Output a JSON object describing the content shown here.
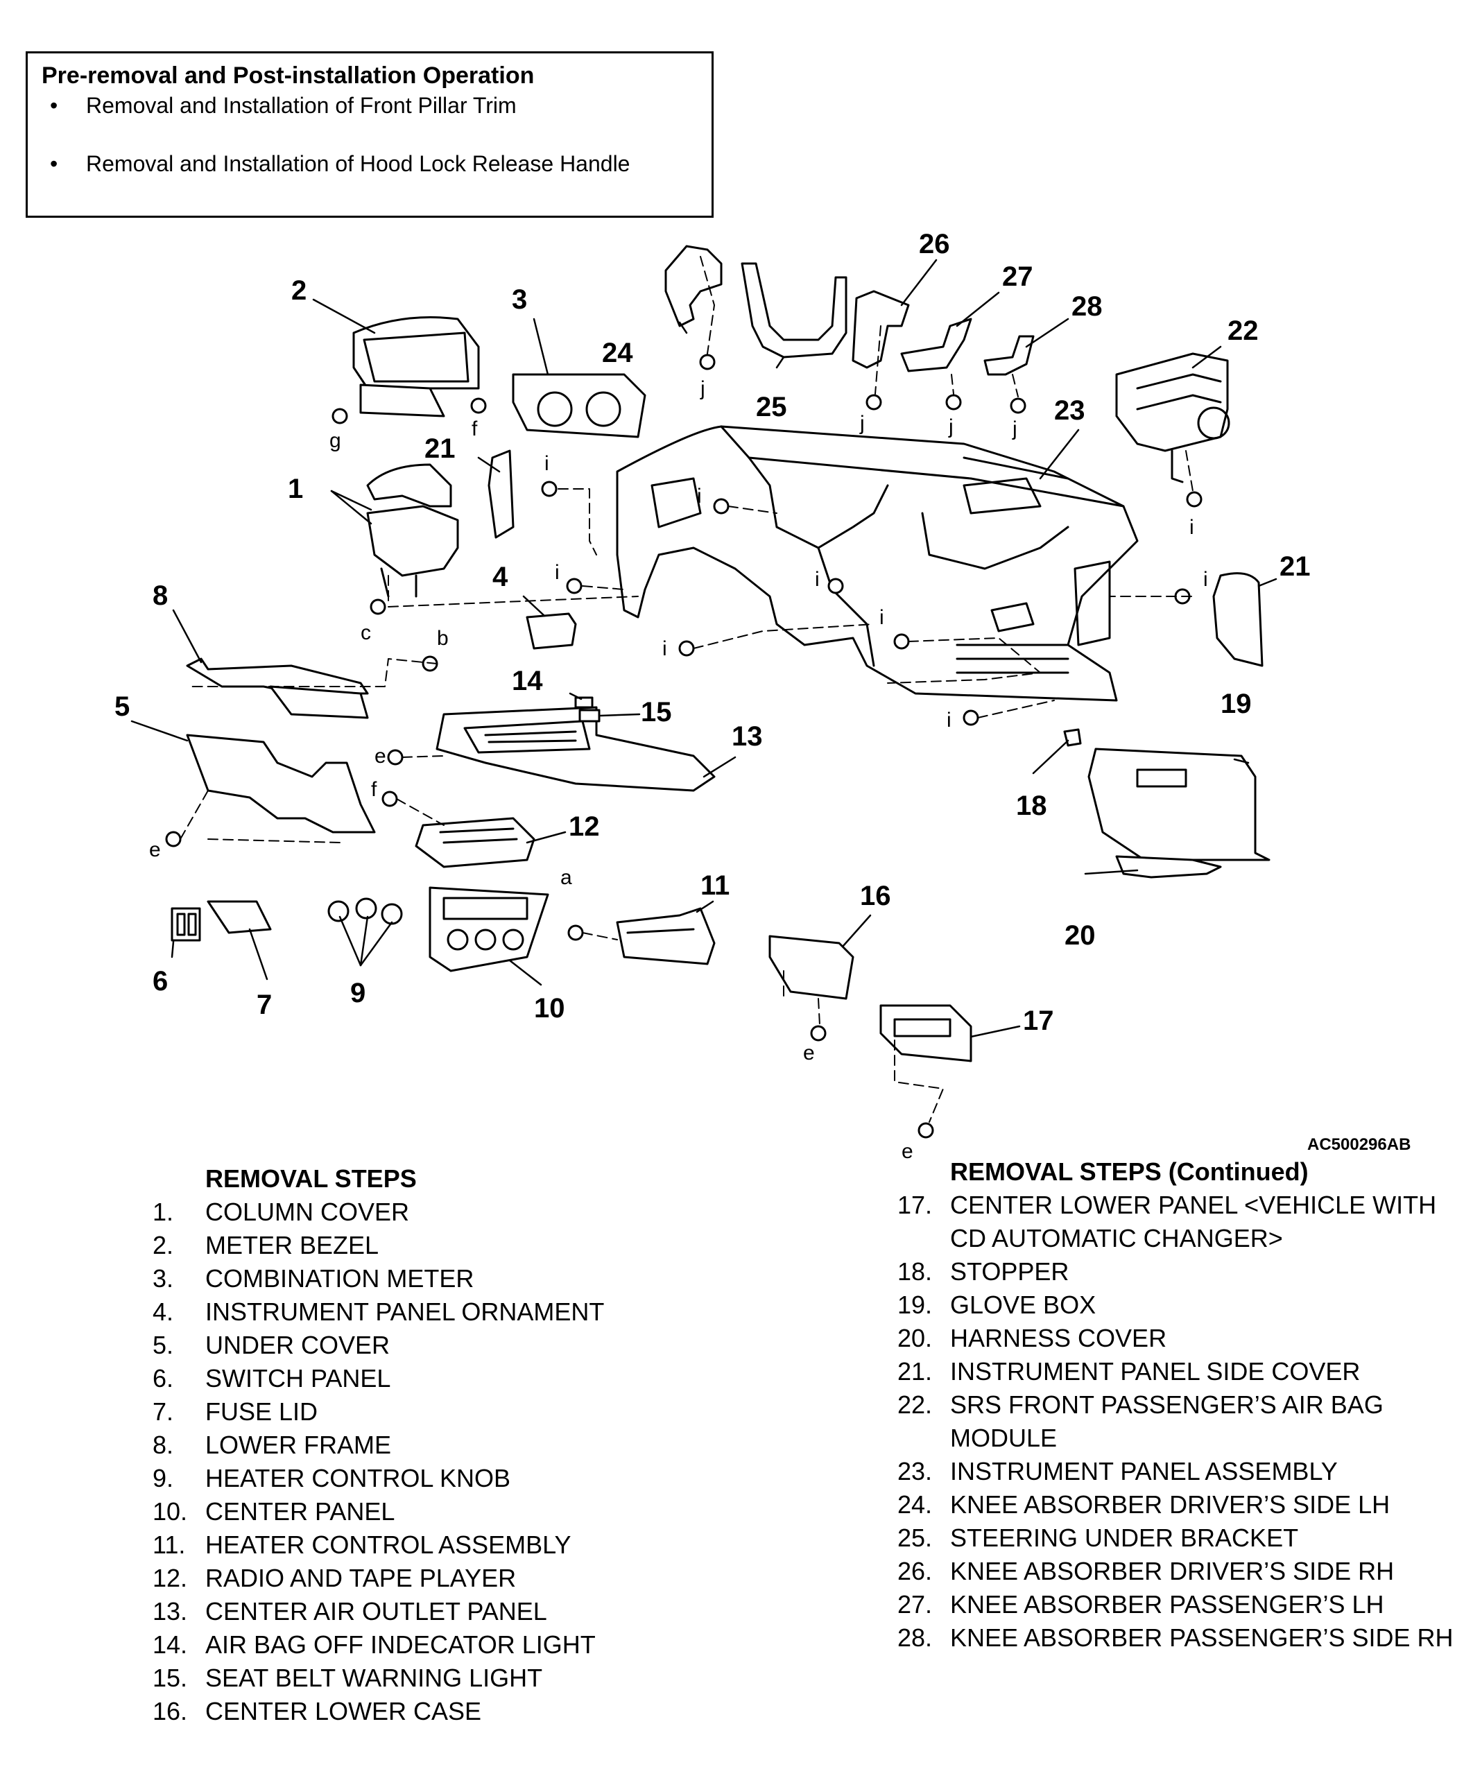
{
  "pre_operation": {
    "title": "Pre-removal and Post-installation Operation",
    "items": [
      "Removal and Installation of Front Pillar Trim",
      "Removal and Installation of Hood Lock Release Handle"
    ]
  },
  "figure_id": "AC500296AB",
  "callouts": {
    "n1": "1",
    "n2": "2",
    "n3": "3",
    "n4": "4",
    "n5": "5",
    "n6": "6",
    "n7": "7",
    "n8": "8",
    "n9": "9",
    "n10": "10",
    "n11": "11",
    "n12": "12",
    "n13": "13",
    "n14": "14",
    "n15": "15",
    "n16": "16",
    "n17": "17",
    "n18": "18",
    "n19": "19",
    "n20": "20",
    "n21": "21",
    "n22": "22",
    "n23": "23",
    "n24": "24",
    "n25": "25",
    "n26": "26",
    "n27": "27",
    "n28": "28"
  },
  "fasteners": {
    "a": "a",
    "b": "b",
    "c": "c",
    "e": "e",
    "f": "f",
    "g": "g",
    "i": "i",
    "j": "j"
  },
  "steps_left": {
    "title": "REMOVAL STEPS",
    "items": [
      {
        "num": "1.",
        "text": "COLUMN COVER"
      },
      {
        "num": "2.",
        "text": "METER BEZEL"
      },
      {
        "num": "3.",
        "text": "COMBINATION METER"
      },
      {
        "num": "4.",
        "text": "INSTRUMENT PANEL ORNAMENT"
      },
      {
        "num": "5.",
        "text": "UNDER COVER"
      },
      {
        "num": "6.",
        "text": "SWITCH PANEL"
      },
      {
        "num": "7.",
        "text": "FUSE LID"
      },
      {
        "num": "8.",
        "text": "LOWER FRAME"
      },
      {
        "num": "9.",
        "text": "HEATER CONTROL KNOB"
      },
      {
        "num": "10.",
        "text": "CENTER PANEL"
      },
      {
        "num": "11.",
        "text": "HEATER CONTROL ASSEMBLY"
      },
      {
        "num": "12.",
        "text": "RADIO AND TAPE PLAYER"
      },
      {
        "num": "13.",
        "text": "CENTER AIR OUTLET PANEL"
      },
      {
        "num": "14.",
        "text": "AIR BAG OFF INDECATOR LIGHT"
      },
      {
        "num": "15.",
        "text": "SEAT BELT WARNING LIGHT"
      },
      {
        "num": "16.",
        "text": "CENTER LOWER CASE"
      }
    ]
  },
  "steps_right": {
    "title": "REMOVAL STEPS (Continued)",
    "items": [
      {
        "num": "17.",
        "text": "CENTER LOWER PANEL <VEHICLE WITH CD AUTOMATIC CHANGER>"
      },
      {
        "num": "18.",
        "text": "STOPPER"
      },
      {
        "num": "19.",
        "text": "GLOVE BOX"
      },
      {
        "num": "20.",
        "text": "HARNESS COVER"
      },
      {
        "num": "21.",
        "text": "INSTRUMENT PANEL SIDE COVER"
      },
      {
        "num": "22.",
        "text": "SRS FRONT PASSENGER’S AIR BAG MODULE"
      },
      {
        "num": "23.",
        "text": "INSTRUMENT PANEL ASSEMBLY"
      },
      {
        "num": "24.",
        "text": "KNEE ABSORBER DRIVER’S SIDE LH"
      },
      {
        "num": "25.",
        "text": "STEERING UNDER BRACKET"
      },
      {
        "num": "26.",
        "text": "KNEE ABSORBER DRIVER’S SIDE RH"
      },
      {
        "num": "27.",
        "text": "KNEE ABSORBER PASSENGER’S LH"
      },
      {
        "num": "28.",
        "text": "KNEE ABSORBER PASSENGER’S SIDE RH"
      }
    ]
  }
}
